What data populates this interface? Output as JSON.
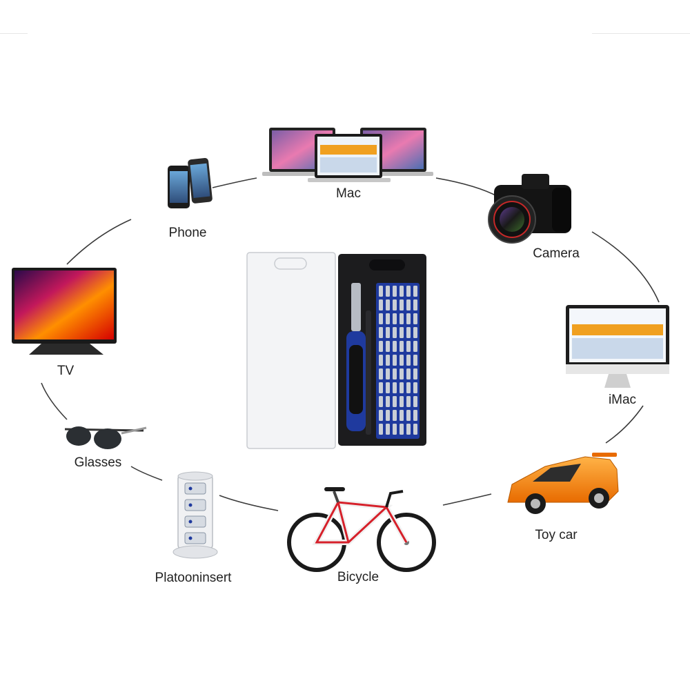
{
  "colors": {
    "accent_blue": "#1f3a9e",
    "case_dark": "#1c1c1e",
    "ring_line": "#3a3a3a",
    "toy_car_orange": "#f7931e",
    "bicycle_red": "#d6202a"
  },
  "center_product": {
    "icon": "precision-screwdriver-set-icon"
  },
  "devices": [
    {
      "label": "Mac",
      "icon": "laptops-icon"
    },
    {
      "label": "Camera",
      "icon": "camera-icon"
    },
    {
      "label": "iMac",
      "icon": "imac-icon"
    },
    {
      "label": "Toy car",
      "icon": "toy-car-icon"
    },
    {
      "label": "Bicycle",
      "icon": "bicycle-icon"
    },
    {
      "label": "Platooninsert",
      "icon": "power-strip-tower-icon"
    },
    {
      "label": "Glasses",
      "icon": "sunglasses-icon"
    },
    {
      "label": "TV",
      "icon": "tv-icon"
    },
    {
      "label": "Phone",
      "icon": "phone-icon"
    }
  ]
}
